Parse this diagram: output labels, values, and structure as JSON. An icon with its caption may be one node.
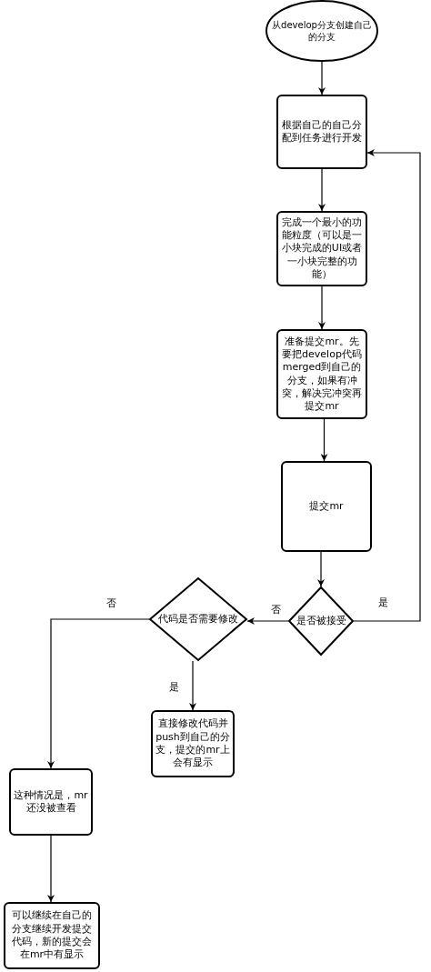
{
  "diagram": {
    "nodes": [
      {
        "text": [
          "从develop分支创建自己的分支"
        ]
      },
      {
        "text": [
          "根据自己的自己分配到任务进行开发"
        ]
      },
      {
        "text": [
          "完成一个最小的功能粒度（可以是一小块完成的UI或者一小块完整的功能）"
        ]
      },
      {
        "text": [
          "准备提交mr。先要把develop代码merged到自己的分支，如果有冲突，解决完冲突再提交mr"
        ]
      },
      {
        "text": [
          "提交mr"
        ]
      },
      {
        "text": [
          "是否被接受"
        ]
      },
      {
        "text": [
          "代码是否需要修改"
        ]
      },
      {
        "text": [
          "直接修改代码并push到自己的分支，提交的mr上会有显示"
        ]
      },
      {
        "text": [
          "这种情况是，mr还没被查看"
        ]
      },
      {
        "text": [
          "可以继续在自己的分支继续开发提交代码，新的提交会在mr中有显示"
        ]
      }
    ],
    "edges": [
      {
        "from": 0,
        "to": 1,
        "arrow": "to"
      },
      {
        "from": 1,
        "to": 2,
        "arrow": "to"
      },
      {
        "from": 2,
        "to": 3,
        "arrow": "to"
      },
      {
        "from": 3,
        "to": 4,
        "arrow": "to"
      },
      {
        "from": 4,
        "to": 5,
        "arrow": "to"
      },
      {
        "from": 5,
        "to": 1,
        "arrow": "to",
        "label": "是"
      },
      {
        "from": 5,
        "to": 6,
        "arrow": "to",
        "label": "否"
      },
      {
        "from": 6,
        "to": 8,
        "arrow": "to",
        "label": "否"
      },
      {
        "from": 6,
        "to": 7,
        "arrow": "to",
        "label": "是"
      },
      {
        "from": 8,
        "to": 9,
        "arrow": "to"
      }
    ]
  }
}
